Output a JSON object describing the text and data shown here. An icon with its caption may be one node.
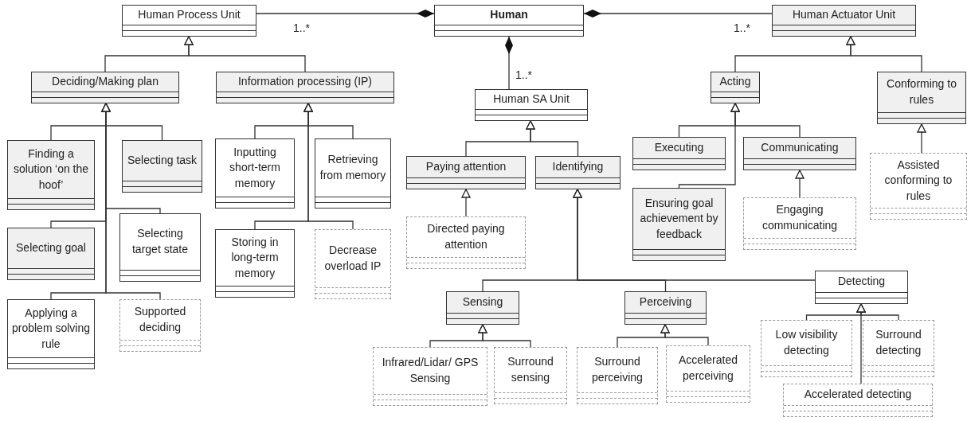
{
  "diagram": {
    "nodes": [
      {
        "text": [
          "Human Process Unit"
        ]
      },
      {
        "text": [
          "Human"
        ]
      },
      {
        "text": [
          "Human Actuator Unit"
        ]
      },
      {
        "text": [
          "Deciding/Making plan"
        ]
      },
      {
        "text": [
          "Information processing (IP)"
        ]
      },
      {
        "text": [
          "Human SA Unit"
        ]
      },
      {
        "text": [
          "Acting"
        ]
      },
      {
        "text": [
          "Conforming to rules"
        ]
      },
      {
        "text": [
          "Finding a solution ‘on the hoof’"
        ]
      },
      {
        "text": [
          "Selecting task"
        ]
      },
      {
        "text": [
          "Inputting short-term memory"
        ]
      },
      {
        "text": [
          "Retrieving from memory"
        ]
      },
      {
        "text": [
          "Paying attention"
        ]
      },
      {
        "text": [
          "Identifying"
        ]
      },
      {
        "text": [
          "Executing"
        ]
      },
      {
        "text": [
          "Communicating"
        ]
      },
      {
        "text": [
          "Assisted conforming to rules"
        ]
      },
      {
        "text": [
          "Selecting goal"
        ]
      },
      {
        "text": [
          "Selecting target state"
        ]
      },
      {
        "text": [
          "Storing in long-term memory"
        ]
      },
      {
        "text": [
          "Decrease overload IP"
        ]
      },
      {
        "text": [
          "Directed paying attention"
        ]
      },
      {
        "text": [
          "Ensuring goal achievement by feedback"
        ]
      },
      {
        "text": [
          "Engaging communicating"
        ]
      },
      {
        "text": [
          "Applying a problem solving rule"
        ]
      },
      {
        "text": [
          "Supported deciding"
        ]
      },
      {
        "text": [
          "Detecting"
        ]
      },
      {
        "text": [
          "Sensing"
        ]
      },
      {
        "text": [
          "Perceiving"
        ]
      },
      {
        "text": [
          "Low visibility detecting"
        ]
      },
      {
        "text": [
          "Surround detecting"
        ]
      },
      {
        "text": [
          "Infrared/Lidar/ GPS Sensing"
        ]
      },
      {
        "text": [
          "Surround sensing"
        ]
      },
      {
        "text": [
          "Surround perceiving"
        ]
      },
      {
        "text": [
          "Accelerated perceiving"
        ]
      },
      {
        "text": [
          "Accelerated detecting"
        ]
      }
    ],
    "edges": [
      {
        "from": 0,
        "to": 1,
        "arrow": "other",
        "label": "1..*"
      },
      {
        "from": 2,
        "to": 1,
        "arrow": "other",
        "label": "1..*"
      },
      {
        "from": 5,
        "to": 1,
        "arrow": "other",
        "label": "1..*"
      },
      {
        "from": 3,
        "to": 0,
        "arrow": "to"
      },
      {
        "from": 4,
        "to": 0,
        "arrow": "to"
      },
      {
        "from": 8,
        "to": 3,
        "arrow": "to"
      },
      {
        "from": 9,
        "to": 3,
        "arrow": "to"
      },
      {
        "from": 17,
        "to": 3,
        "arrow": "to"
      },
      {
        "from": 18,
        "to": 3,
        "arrow": "to"
      },
      {
        "from": 24,
        "to": 3,
        "arrow": "to"
      },
      {
        "from": 25,
        "to": 3,
        "arrow": "to"
      },
      {
        "from": 10,
        "to": 4,
        "arrow": "to"
      },
      {
        "from": 11,
        "to": 4,
        "arrow": "to"
      },
      {
        "from": 19,
        "to": 4,
        "arrow": "to"
      },
      {
        "from": 20,
        "to": 4,
        "arrow": "to"
      },
      {
        "from": 12,
        "to": 5,
        "arrow": "to"
      },
      {
        "from": 13,
        "to": 5,
        "arrow": "to"
      },
      {
        "from": 21,
        "to": 12,
        "arrow": "to"
      },
      {
        "from": 27,
        "to": 13,
        "arrow": "to"
      },
      {
        "from": 28,
        "to": 13,
        "arrow": "to"
      },
      {
        "from": 26,
        "to": 13,
        "arrow": "to"
      },
      {
        "from": 31,
        "to": 27,
        "arrow": "to"
      },
      {
        "from": 32,
        "to": 27,
        "arrow": "to"
      },
      {
        "from": 33,
        "to": 28,
        "arrow": "to"
      },
      {
        "from": 34,
        "to": 28,
        "arrow": "to"
      },
      {
        "from": 29,
        "to": 26,
        "arrow": "to"
      },
      {
        "from": 30,
        "to": 26,
        "arrow": "to"
      },
      {
        "from": 35,
        "to": 26,
        "arrow": "to"
      },
      {
        "from": 6,
        "to": 2,
        "arrow": "to"
      },
      {
        "from": 7,
        "to": 2,
        "arrow": "to"
      },
      {
        "from": 14,
        "to": 6,
        "arrow": "to"
      },
      {
        "from": 15,
        "to": 6,
        "arrow": "to"
      },
      {
        "from": 22,
        "to": 6,
        "arrow": "to"
      },
      {
        "from": 23,
        "to": 15,
        "arrow": "to"
      },
      {
        "from": 16,
        "to": 7,
        "arrow": "to"
      }
    ]
  }
}
